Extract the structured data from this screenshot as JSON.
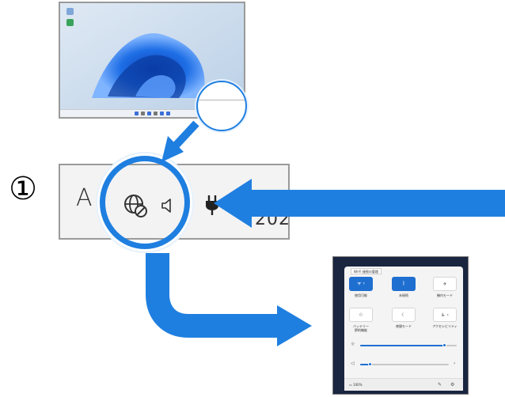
{
  "step": {
    "label": "①"
  },
  "tray": {
    "letter": "A",
    "year_partial": "202",
    "network_icon": "globe-prohibited-icon",
    "volume_icon": "speaker-icon",
    "power_icon": "power-plug-icon"
  },
  "colors": {
    "accent": "#1f7fe0",
    "arrow": "#1f7fe0",
    "panel_dark": "#1a2540",
    "tile_on": "#1f6fd0"
  },
  "quick_settings": {
    "tooltip": "Wi-Fi 接続の管理",
    "tiles": [
      {
        "icon": "wifi-icon",
        "glyph": "ᯤ  ›",
        "caption": "使用可能",
        "state": "on"
      },
      {
        "icon": "bluetooth-icon",
        "glyph": "ᛒ",
        "caption": "未接続",
        "state": "on"
      },
      {
        "icon": "airplane-icon",
        "glyph": "✈",
        "caption": "機内モード",
        "state": "off"
      },
      {
        "icon": "battery-saver-icon",
        "glyph": "♲",
        "caption": "バッテリー\n節約機能",
        "state": "off"
      },
      {
        "icon": "night-light-icon",
        "glyph": "☾",
        "caption": "夜間モード",
        "state": "off"
      },
      {
        "icon": "accessibility-icon",
        "glyph": "♿ ›",
        "caption": "アクセシビリティ",
        "state": "off"
      }
    ],
    "brightness_icon": "sun-icon",
    "brightness_level": 0.88,
    "volume_icon": "speaker-icon",
    "volume_level": 0.12,
    "battery_text": "100%",
    "edit_icon": "pencil-icon",
    "settings_icon": "gear-icon"
  }
}
